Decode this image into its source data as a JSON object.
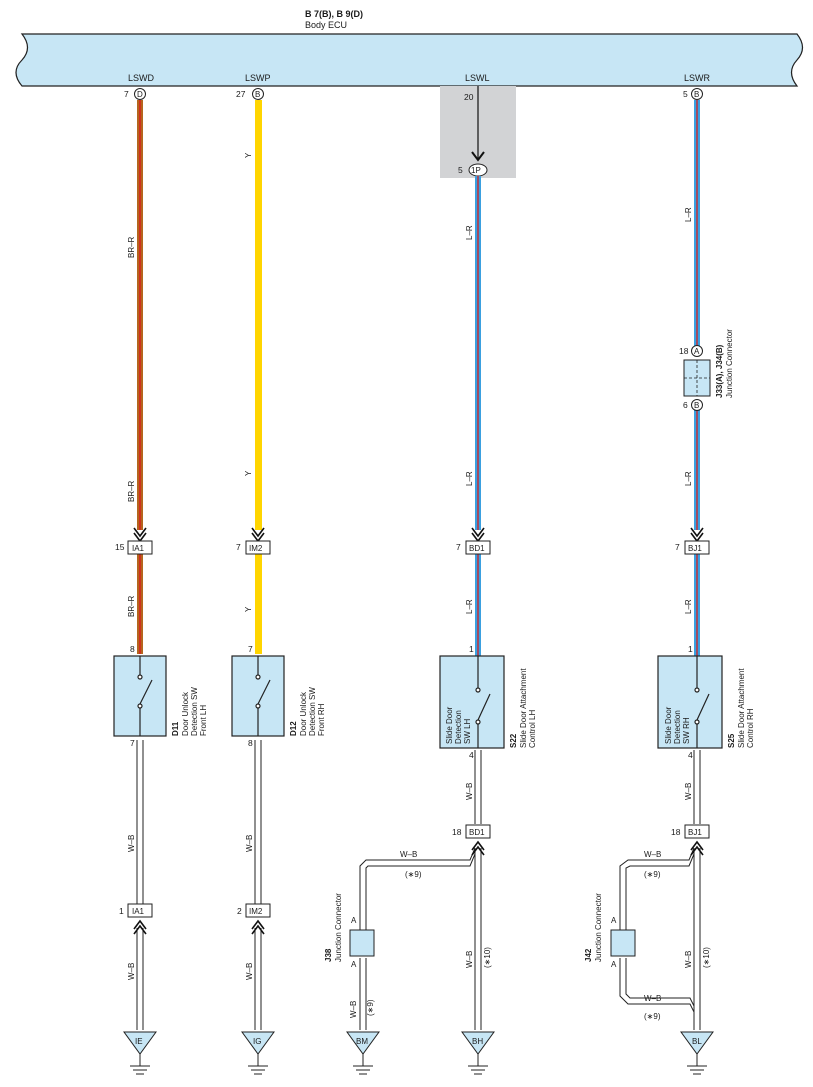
{
  "ecu": {
    "connector_label": "B 7(B), B 9(D)",
    "name": "Body ECU",
    "fill_color": "#c7e6f5",
    "pins": [
      {
        "name": "LSWD",
        "number": "7",
        "connector": "D"
      },
      {
        "name": "LSWP",
        "number": "27",
        "connector": "B"
      },
      {
        "name": "LSWL",
        "number": "20",
        "connector": ""
      },
      {
        "name": "LSWR",
        "number": "5",
        "connector": "B"
      }
    ]
  },
  "inline_1p": {
    "number": "5",
    "code": "1P"
  },
  "wire_colors": {
    "BR-R": {
      "base": "#b5651d",
      "stripe": "#d62020"
    },
    "Y": {
      "base": "#ffd500"
    },
    "L-R": {
      "base": "#3aa0e0",
      "stripe": "#d62020"
    },
    "W-B": {
      "base": "#ffffff",
      "stripe": "#222222"
    }
  },
  "wire_labels": {
    "br_r": "BR–R",
    "y": "Y",
    "l_r": "L–R",
    "w_b": "W–B"
  },
  "junction_j33": {
    "code": "J33(A), J34(B)",
    "name": "Junction Connector",
    "top_pin": "18",
    "top_conn": "A",
    "bottom_pin": "6",
    "bottom_conn": "B"
  },
  "connectors": {
    "ia1_top": {
      "pin": "15",
      "code": "IA1"
    },
    "im2_top": {
      "pin": "7",
      "code": "IM2"
    },
    "bd1_top": {
      "pin": "7",
      "code": "BD1"
    },
    "bj1_top": {
      "pin": "7",
      "code": "BJ1"
    },
    "bd1_bot": {
      "pin": "18",
      "code": "BD1"
    },
    "bj1_bot": {
      "pin": "18",
      "code": "BJ1"
    },
    "ia1_bot": {
      "pin": "1",
      "code": "IA1"
    },
    "im2_bot": {
      "pin": "2",
      "code": "IM2"
    }
  },
  "components": [
    {
      "code": "D11",
      "line1": "Door Unlock",
      "line2": "Detection SW",
      "line3": "Front LH",
      "pin_top": "8",
      "pin_bottom": "7"
    },
    {
      "code": "D12",
      "line1": "Door Unlock",
      "line2": "Detection SW",
      "line3": "Front RH",
      "pin_top": "7",
      "pin_bottom": "8"
    },
    {
      "code": "S22",
      "line1": "Slide Door Attachment",
      "line2": "Control LH",
      "inner1": "Slide Door",
      "inner2": "Detection",
      "inner3": "SW LH",
      "pin_top": "1",
      "pin_bottom": "4"
    },
    {
      "code": "S25",
      "line1": "Slide Door Attachment",
      "line2": "Control RH",
      "inner1": "Slide Door",
      "inner2": "Detection",
      "inner3": "SW RH",
      "pin_top": "1",
      "pin_bottom": "4"
    }
  ],
  "junction_j38": {
    "code": "J38",
    "name": "Junction Connector",
    "pin_a": "A",
    "pin_b": "A"
  },
  "junction_j42": {
    "code": "J42",
    "name": "Junction Connector",
    "pin_a": "A",
    "pin_b": "A"
  },
  "notes": {
    "n9": "(∗9)",
    "n10": "(∗10)"
  },
  "grounds": [
    "IE",
    "IG",
    "BM",
    "BH",
    "BL"
  ]
}
